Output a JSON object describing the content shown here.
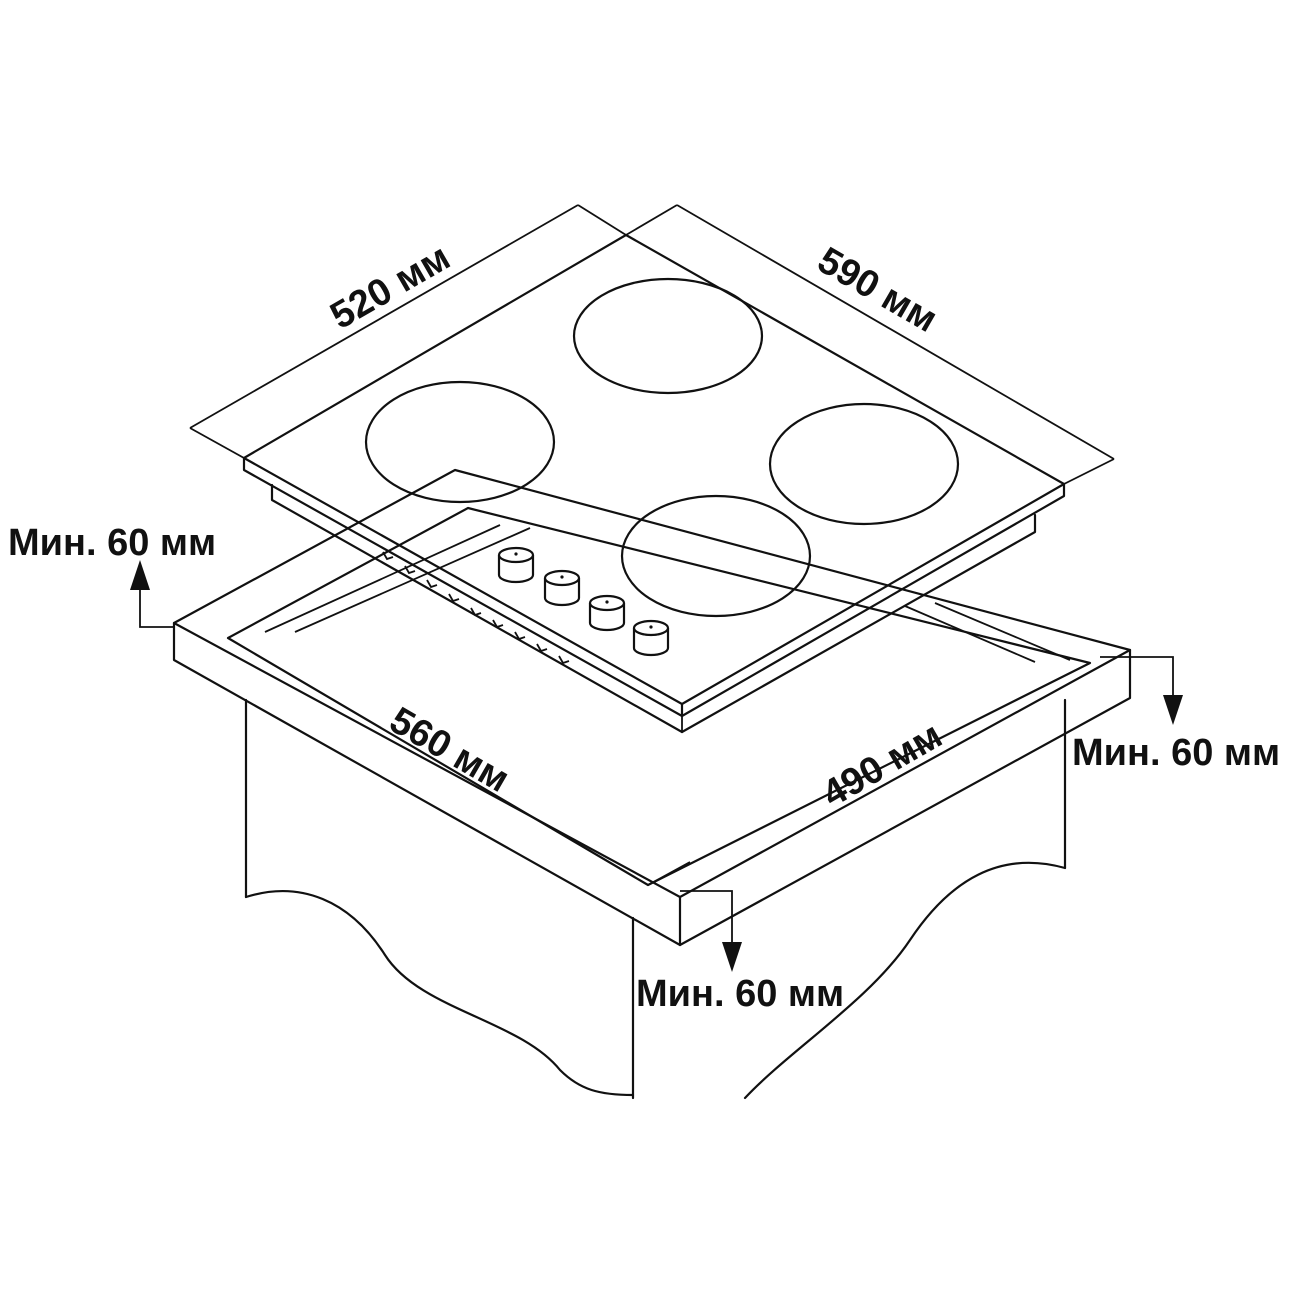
{
  "dimensions": {
    "hob_depth": "520 мм",
    "hob_width": "590 мм",
    "cutout_width": "560 мм",
    "cutout_depth": "490 мм"
  },
  "clearances": {
    "back": "Мин. 60 мм",
    "right": "Мин. 60 мм",
    "front": "Мин. 60 мм"
  },
  "colors": {
    "line": "#111111",
    "background": "#ffffff"
  }
}
